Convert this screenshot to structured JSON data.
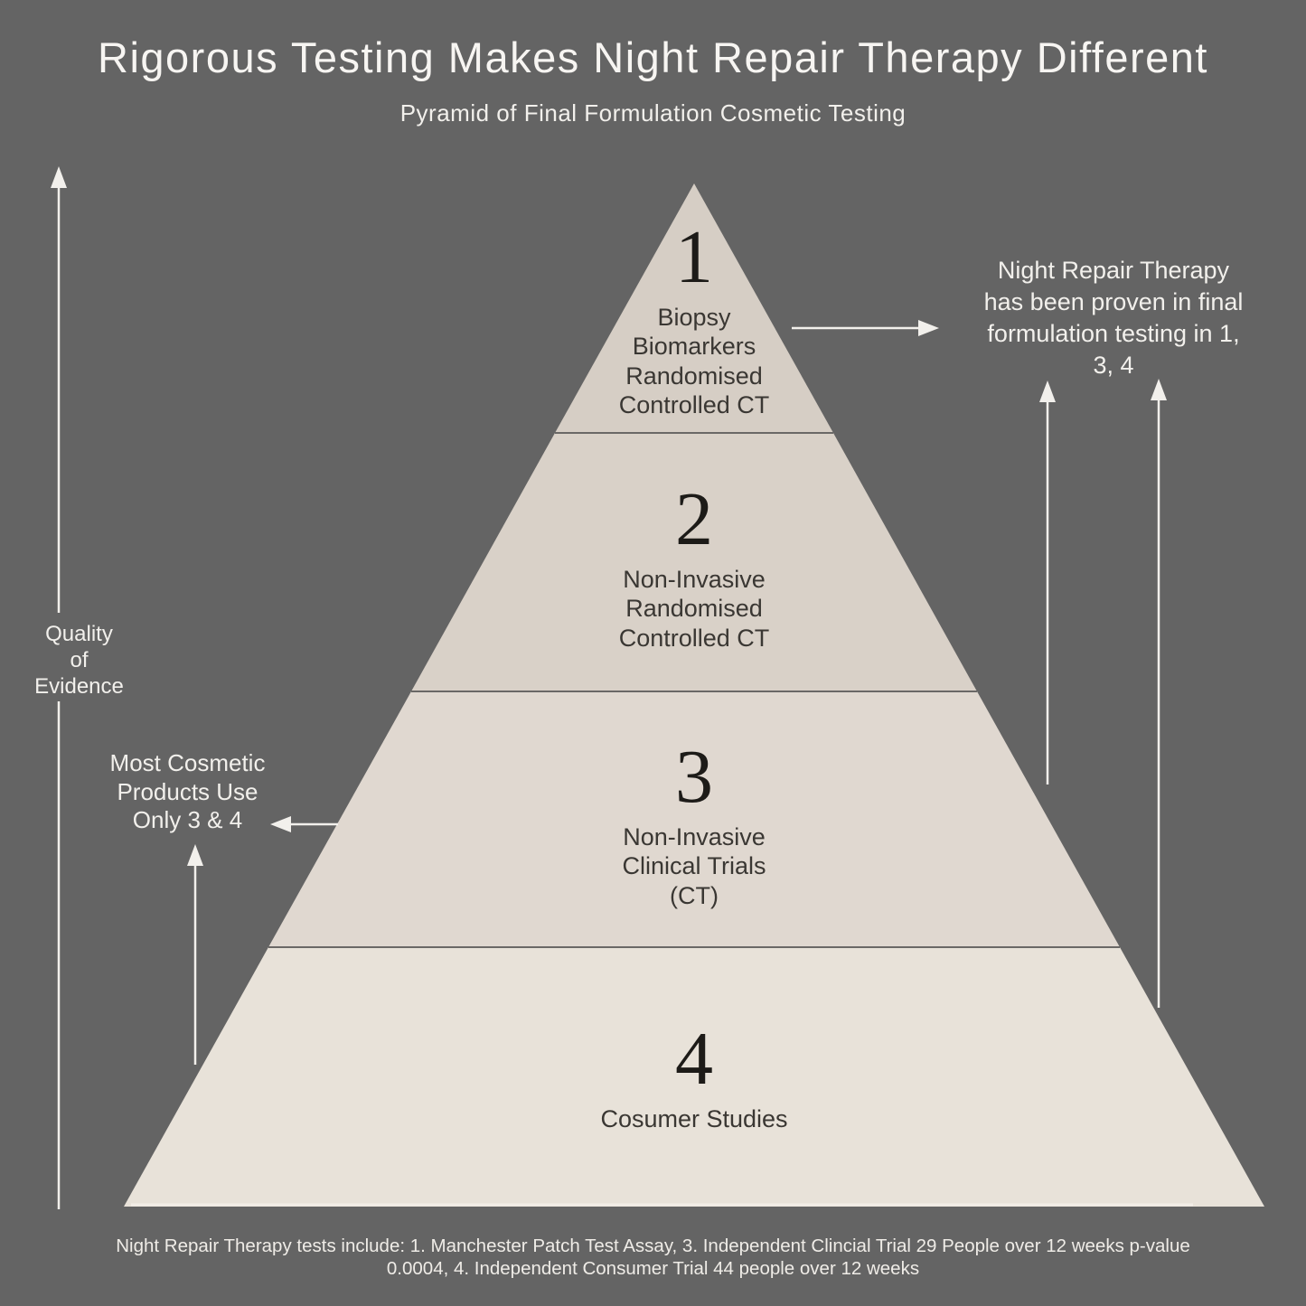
{
  "header": {
    "title": "Rigorous Testing Makes Night Repair Therapy Different",
    "subtitle": "Pyramid of Final Formulation Cosmetic Testing"
  },
  "pyramid": {
    "tiers": [
      {
        "number": "1",
        "label": "Biopsy\nBiomarkers\nRandomised\nControlled CT"
      },
      {
        "number": "2",
        "label": "Non-Invasive\nRandomised\nControlled CT"
      },
      {
        "number": "3",
        "label": "Non-Invasive\nClinical Trials\n(CT)"
      },
      {
        "number": "4",
        "label": "Cosumer Studies"
      }
    ]
  },
  "annotations": {
    "quality_axis": "Quality\nof\nEvidence",
    "most_cosmetic": "Most Cosmetic\nProducts Use\nOnly 3 & 4",
    "night_repair": "Night Repair Therapy\nhas been proven in final\nformulation testing in 1,\n3, 4"
  },
  "footer": {
    "caption": "Night Repair Therapy tests include: 1. Manchester Patch Test Assay, 3. Independent Clincial Trial 29 People over 12 weeks p-value\n0.0004, 4. Independent Consumer Trial 44 people over 12 weeks"
  },
  "colors": {
    "background": "#646464",
    "tier_fills": [
      "#d6cec5",
      "#d9d1c8",
      "#e0d8d0",
      "#e8e2d9"
    ],
    "tier_text": "#3a3733",
    "number_text": "#1d1b18",
    "separator": "#6a6866",
    "arrow": "#f2f0ec",
    "light_text": "#f2f0ec"
  }
}
